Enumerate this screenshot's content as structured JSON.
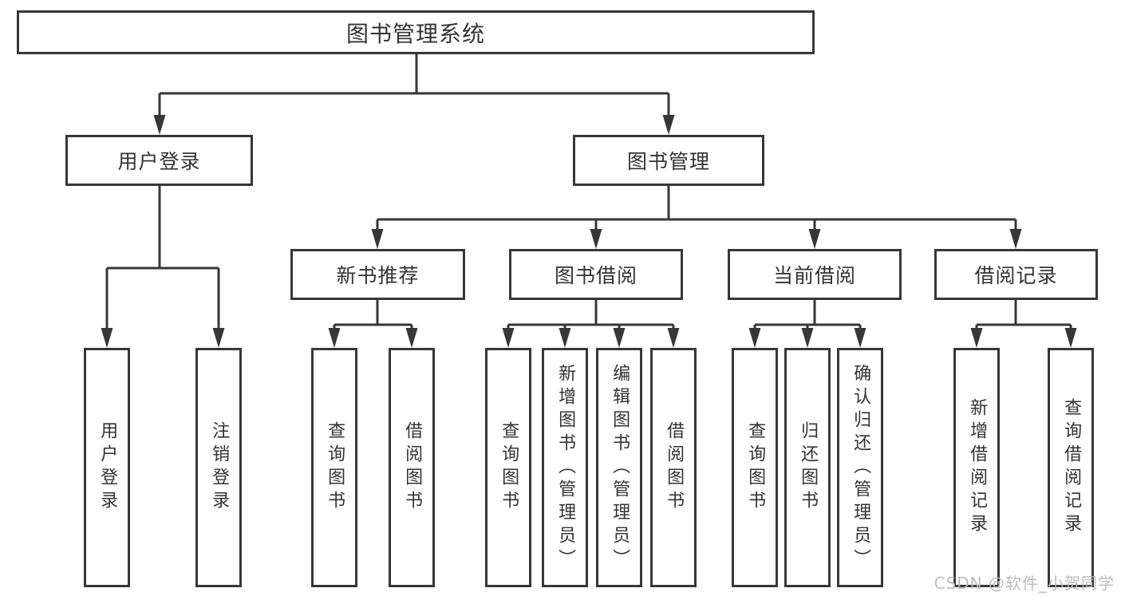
{
  "nodes": {
    "root": {
      "label": "图书管理系统"
    },
    "level2": [
      {
        "label": "用户登录"
      },
      {
        "label": "图书管理"
      }
    ],
    "level3": [
      {
        "label": "新书推荐"
      },
      {
        "label": "图书借阅"
      },
      {
        "label": "当前借阅"
      },
      {
        "label": "借阅记录"
      }
    ],
    "leaves": {
      "user_login": [
        {
          "label": "用户登录"
        },
        {
          "label": "注销登录"
        }
      ],
      "new_book_recommend": [
        {
          "label": "查询图书"
        },
        {
          "label": "借阅图书"
        }
      ],
      "book_borrow": [
        {
          "label": "查询图书"
        },
        {
          "label": "新增图书（管理员）"
        },
        {
          "label": "编辑图书（管理员）"
        },
        {
          "label": "借阅图书"
        }
      ],
      "current_borrow": [
        {
          "label": "查询图书"
        },
        {
          "label": "归还图书"
        },
        {
          "label": "确认归还（管理员）"
        }
      ],
      "borrow_records": [
        {
          "label": "新增借阅记录"
        },
        {
          "label": "查询借阅记录"
        }
      ]
    }
  },
  "watermark": {
    "text": "CSDN @软件_小贺同学"
  },
  "colors": {
    "line": "#373737",
    "text": "#333333",
    "box_background": "#ffffff",
    "watermark": "#b9b9b9",
    "background": "#ffffff"
  }
}
